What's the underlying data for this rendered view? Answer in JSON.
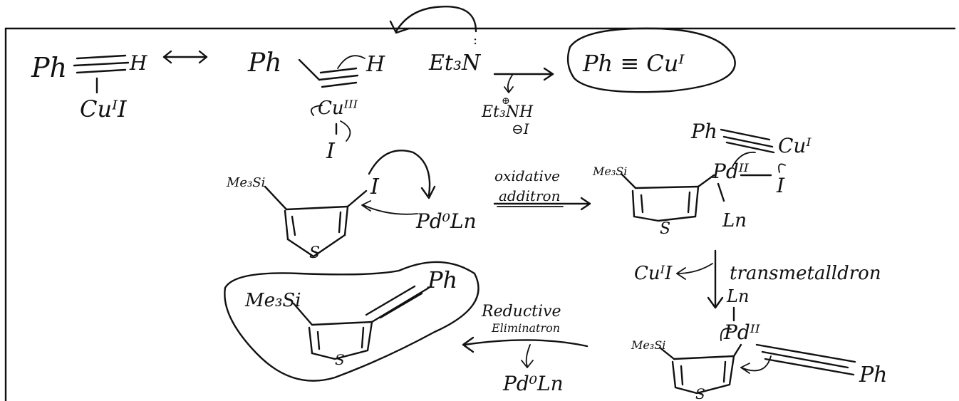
{
  "labels": {
    "ph": "Ph",
    "h": "H",
    "cu_i_iodide": "CuᴵI",
    "cu_iii": "Cuᴵᴵᴵ",
    "iodide": "I",
    "et3n": "Et₃N",
    "et3nh_plus": "Et₃NH",
    "plus": "⊕",
    "iodide_minus": "⊖I",
    "cu_acetylide": "Ph ≡ Cuᴵ",
    "me3si": "Me₃Si",
    "s": "S",
    "pd0ln": "Pd⁰Ln",
    "oxidative": "oxidative",
    "addition": "additron",
    "pd_ii": "Pdᴵᴵ",
    "ln": "Ln",
    "cui": "Cuᴵ",
    "cui_i": "CuᴵI",
    "transmetallation": "transmetalldron",
    "reductive": "Reductive",
    "elimination": "Eliminatron",
    "pd0ln_bottom": "Pd⁰Ln"
  },
  "colors": {
    "ink": "#111111",
    "background": "#ffffff"
  }
}
